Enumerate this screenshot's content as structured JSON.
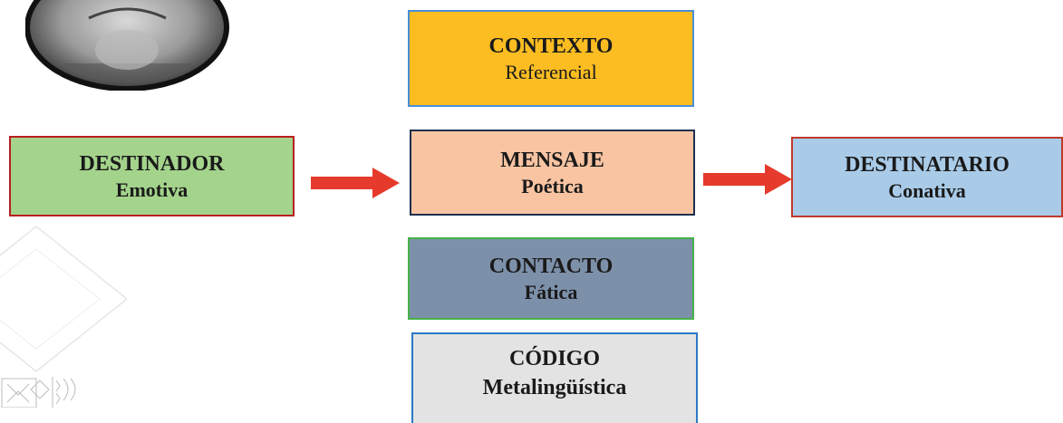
{
  "diagram": {
    "contexto": {
      "title": "CONTEXTO",
      "function": "Referencial",
      "fill": "#fbbd22",
      "border": "#4a8fd8"
    },
    "destinador": {
      "title": "DESTINADOR",
      "function": "Emotiva",
      "fill": "#a4d48c",
      "border": "#b81f1f"
    },
    "mensaje": {
      "title": "MENSAJE",
      "function": "Poética",
      "fill": "#f8c4a2",
      "border": "#1f2f4f"
    },
    "destinatario": {
      "title": "DESTINATARIO",
      "function": "Conativa",
      "fill": "#a9cbe8",
      "border": "#c0392b"
    },
    "contacto": {
      "title": "CONTACTO",
      "function": "Fática",
      "fill": "#7d90aa",
      "border": "#46b24a"
    },
    "codigo": {
      "title": "CÓDIGO",
      "function": "Metalingüística",
      "fill": "#e3e3e3",
      "border": "#2c78c7"
    },
    "arrow_color": "#e53a2c"
  }
}
